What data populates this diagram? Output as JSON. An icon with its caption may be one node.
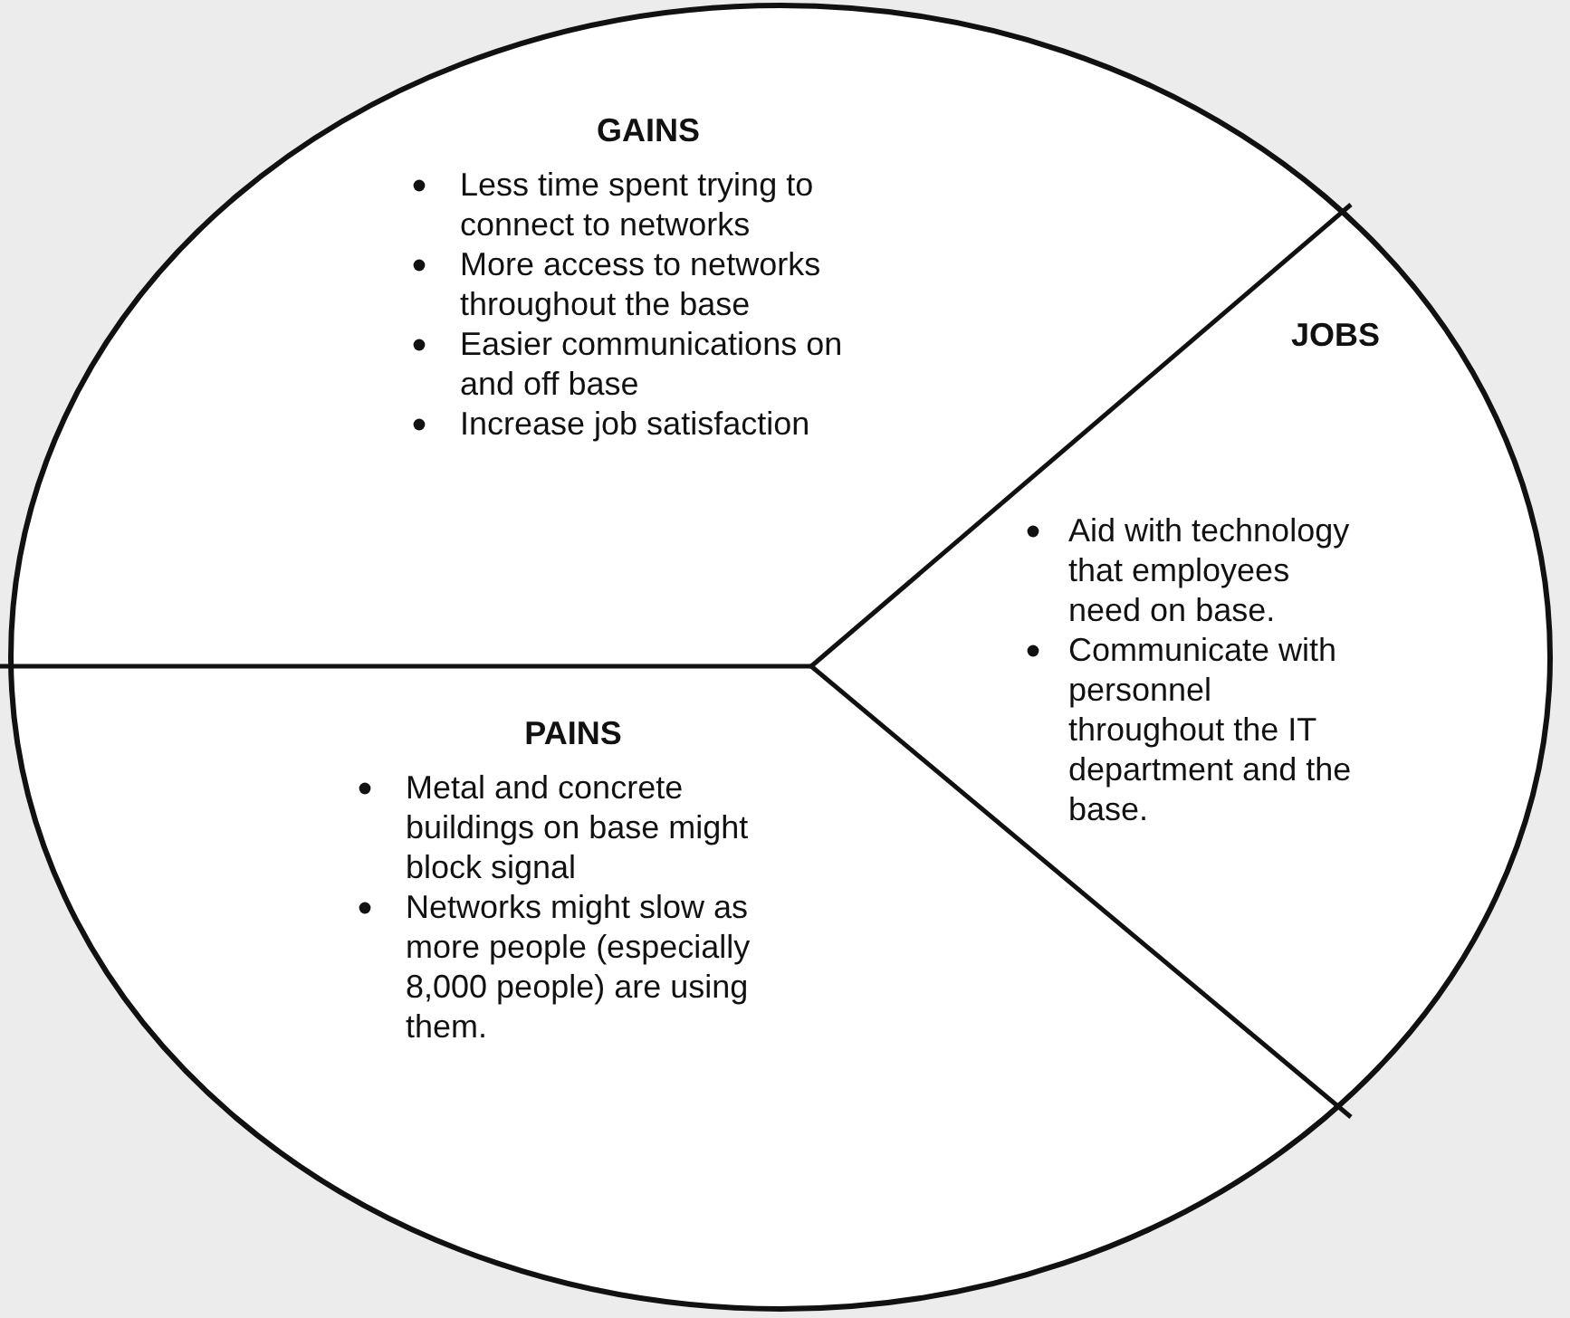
{
  "diagram": {
    "nodes": [
      {
        "text": [
          "GAINS",
          "Less time spent trying to connect to networks",
          "More access to networks throughout the base",
          "Easier communications on and off base",
          "Increase job satisfaction"
        ]
      },
      {
        "text": [
          "JOBS",
          "Aid with technology that employees need on base.",
          "Communicate with personnel throughout the IT department and the base."
        ]
      },
      {
        "text": [
          "PAINS",
          "Metal and concrete buildings on base might block signal",
          "Networks might slow as more people (especially 8,000 people) are using them."
        ]
      }
    ]
  }
}
